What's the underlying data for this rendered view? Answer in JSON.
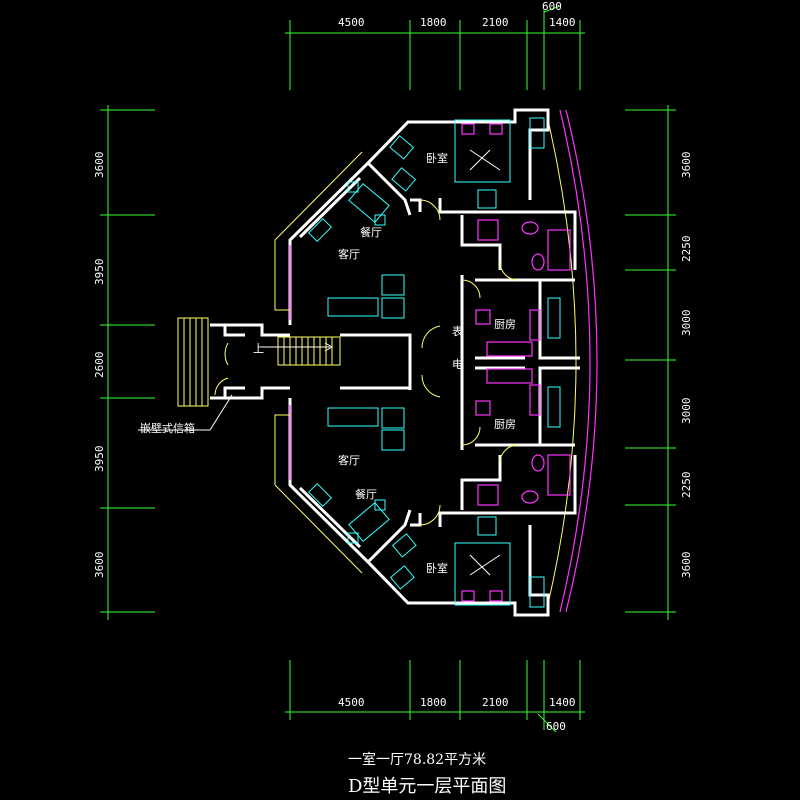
{
  "dims": {
    "top": [
      "4500",
      "1800",
      "2100",
      "600",
      "1400"
    ],
    "bottom": [
      "4500",
      "1800",
      "2100",
      "1400",
      "600"
    ],
    "left": [
      "3600",
      "3950",
      "2600",
      "3950",
      "3600"
    ],
    "right": [
      "3600",
      "2250",
      "3000",
      "3000",
      "2250",
      "3600"
    ]
  },
  "rooms": {
    "bedroom": "卧室",
    "dining": "餐厅",
    "living": "客厅",
    "kitchen": "厨房",
    "up": "上",
    "mailbox": "嵌壁式信箱",
    "meter_top": "表",
    "meter_mid": "电"
  },
  "caption": {
    "area": "一室一厅78.82平方米",
    "title": "D型单元一层平面图"
  },
  "colors": {
    "background": "#000000",
    "dimension": "#33ff33",
    "wall": "#ffffff",
    "fixture": "#ff33ff",
    "balcony": "#ffff66",
    "furniture": "#33ffff"
  }
}
